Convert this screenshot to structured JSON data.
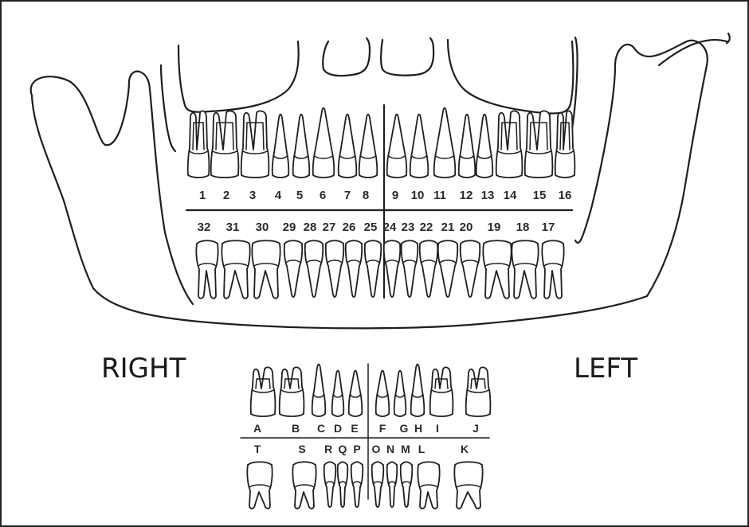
{
  "side_labels": {
    "right": "RIGHT",
    "left": "LEFT"
  },
  "permanent_teeth": {
    "upper": [
      "1",
      "2",
      "3",
      "4",
      "5",
      "6",
      "7",
      "8",
      "9",
      "10",
      "11",
      "12",
      "13",
      "14",
      "15",
      "16"
    ],
    "lower": [
      "32",
      "31",
      "30",
      "29",
      "28",
      "27",
      "26",
      "25",
      "24",
      "23",
      "22",
      "21",
      "20",
      "19",
      "18",
      "17"
    ]
  },
  "primary_teeth": {
    "upper": [
      "A",
      "B",
      "C",
      "D",
      "E",
      "F",
      "G",
      "H",
      "I",
      "J"
    ],
    "lower": [
      "T",
      "S",
      "R",
      "Q",
      "P",
      "O",
      "N",
      "M",
      "L",
      "K"
    ]
  }
}
